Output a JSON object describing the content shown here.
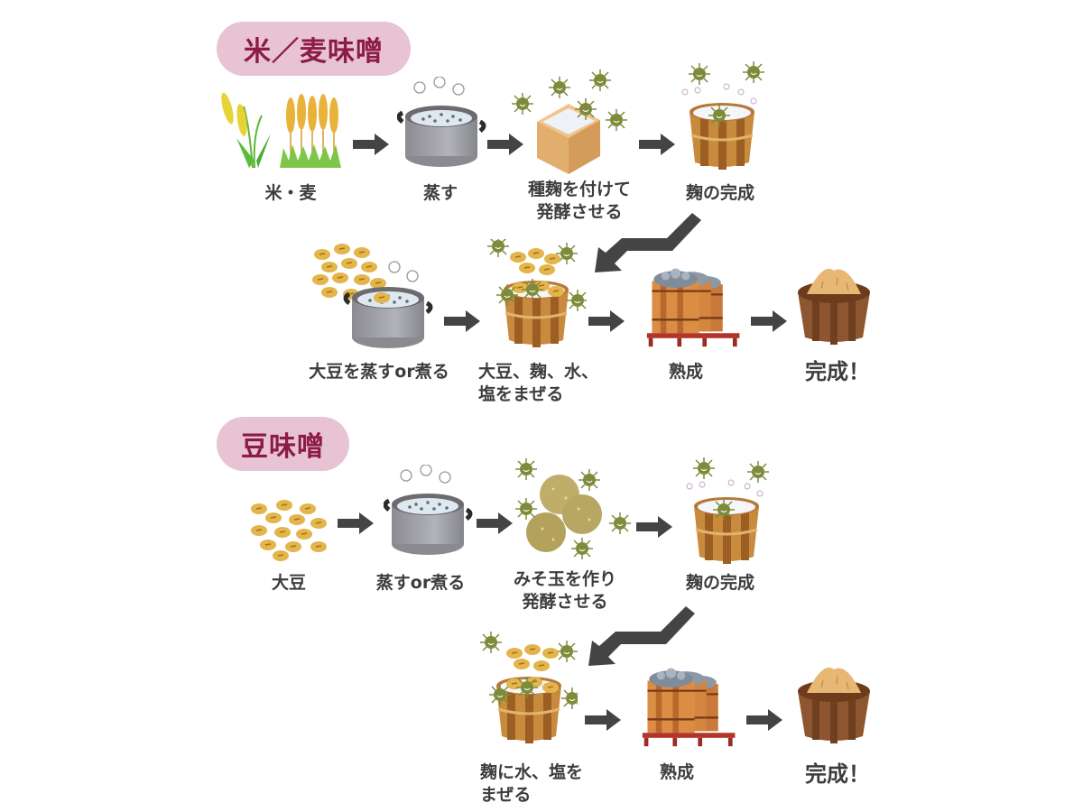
{
  "colors": {
    "badge_bg": "#e7c3d3",
    "badge_text": "#8c1b45",
    "arrow": "#444444",
    "label_text": "#3d3d3d"
  },
  "sections": [
    {
      "title": "米／麦味噌",
      "row1": [
        {
          "label": "米・麦",
          "icon": "rice-wheat-icon"
        },
        {
          "label": "蒸す",
          "icon": "steamer-pot-icon"
        },
        {
          "label_lines": [
            "種麹を付けて",
            "発酵させる"
          ],
          "icon": "masu-box-koji-icon"
        },
        {
          "label": "麹の完成",
          "icon": "koji-tub-icon"
        }
      ],
      "row2": [
        {
          "label": "大豆を蒸すor煮る",
          "icon": "soybean-steamer-icon"
        },
        {
          "label_lines": [
            "大豆、麹、水、",
            "塩をまぜる"
          ],
          "icon": "mixing-tub-icon"
        },
        {
          "label": "熟成",
          "icon": "aging-barrels-icon"
        },
        {
          "label": "完成！",
          "icon": "finished-miso-icon"
        }
      ]
    },
    {
      "title": "豆味噌",
      "row1": [
        {
          "label": "大豆",
          "icon": "soybeans-icon"
        },
        {
          "label": "蒸すor煮る",
          "icon": "steamer-pot-icon"
        },
        {
          "label_lines": [
            "みそ玉を作り",
            "発酵させる"
          ],
          "icon": "miso-balls-icon"
        },
        {
          "label": "麹の完成",
          "icon": "koji-tub-icon"
        }
      ],
      "row2": [
        {
          "label_lines": [
            "麹に水、塩を",
            "まぜる"
          ],
          "icon": "mixing-tub-icon"
        },
        {
          "label": "熟成",
          "icon": "aging-barrels-icon"
        },
        {
          "label": "完成！",
          "icon": "finished-miso-icon"
        }
      ]
    }
  ]
}
